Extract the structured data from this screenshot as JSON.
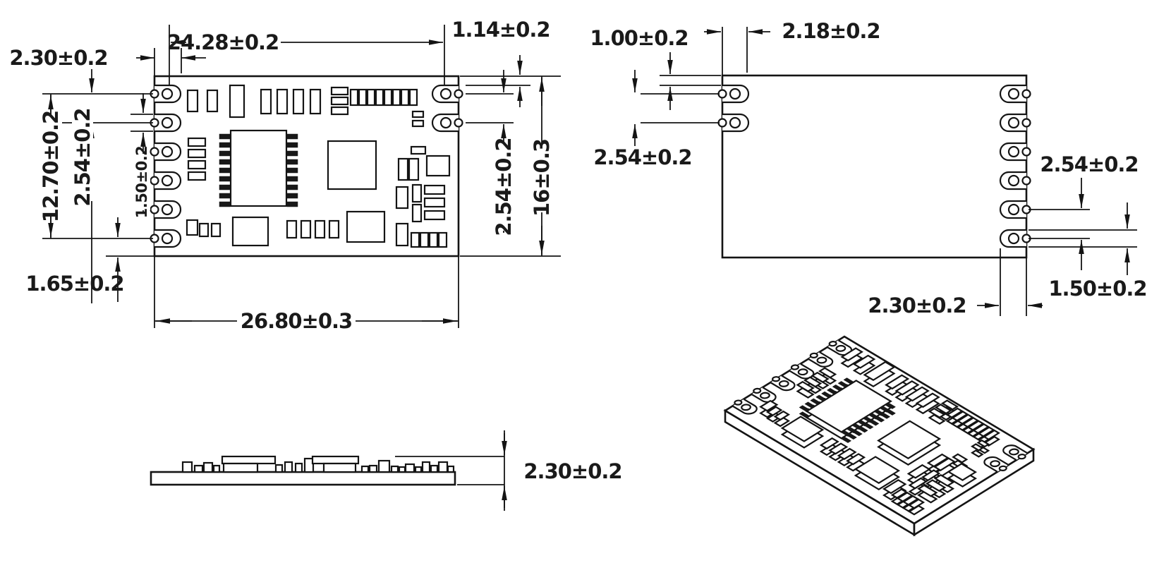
{
  "top_view": {
    "dims": {
      "edge_to_pad": "2.30±0.2",
      "pad_span": "24.28±0.2",
      "top_to_pad": "1.14±0.2",
      "pitch_right": "2.54±0.2",
      "board_width": "16±0.3",
      "row_span": "12.70±0.2",
      "pitch_left": "2.54±0.2",
      "pad_width": "1.50±0.2",
      "bottom_offset": "1.65±0.2",
      "board_length": "26.80±0.3"
    }
  },
  "bottom_view": {
    "dims": {
      "pad_width_top": "1.00±0.2",
      "pad_length_top": "2.18±0.2",
      "pitch_left": "2.54±0.2",
      "pitch_right": "2.54±0.2",
      "pad_width_right": "1.50±0.2",
      "pad_length_right": "2.30±0.2"
    }
  },
  "side_view": {
    "dims": {
      "total_height": "2.30±0.2"
    }
  }
}
